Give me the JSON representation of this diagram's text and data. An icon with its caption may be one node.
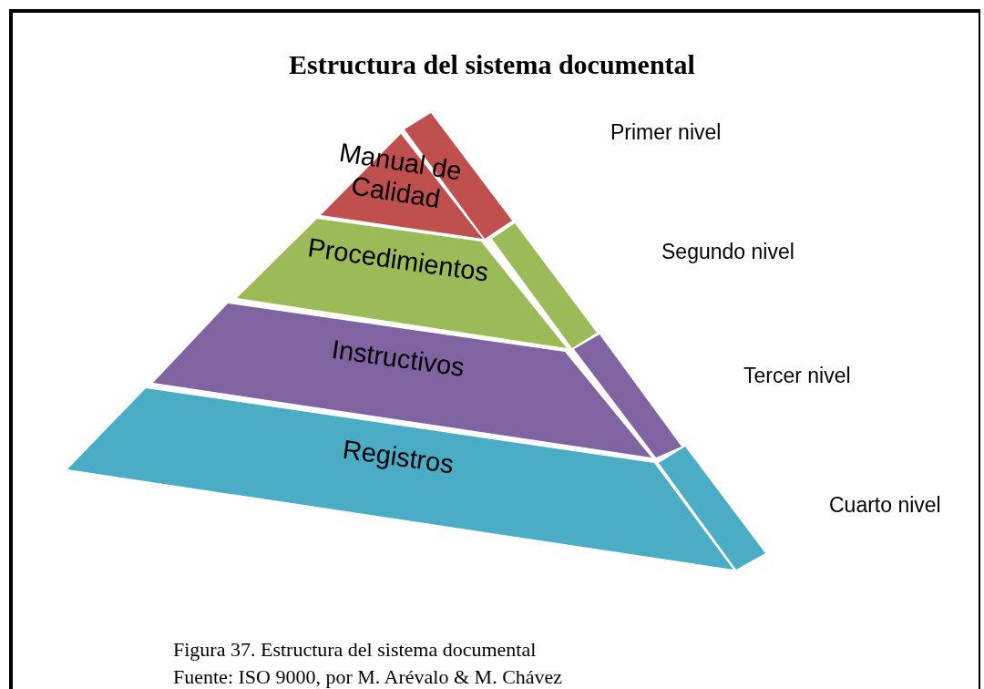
{
  "diagram": {
    "title": "Estructura del sistema documental",
    "nodes": [
      {
        "text": [
          "Manual de Calidad"
        ]
      },
      {
        "text": [
          "Procedimientos"
        ]
      },
      {
        "text": [
          "Instructivos"
        ]
      },
      {
        "text": [
          "Registros"
        ]
      }
    ],
    "labels": [
      "Primer nivel",
      "Segundo nivel",
      "Tercer nivel",
      "Cuarto nivel",
      "Fuente: ISO 9000, por M. Arévalo & M. Chávez"
    ],
    "caption": "Figura 37. Estructura del sistema documental"
  }
}
